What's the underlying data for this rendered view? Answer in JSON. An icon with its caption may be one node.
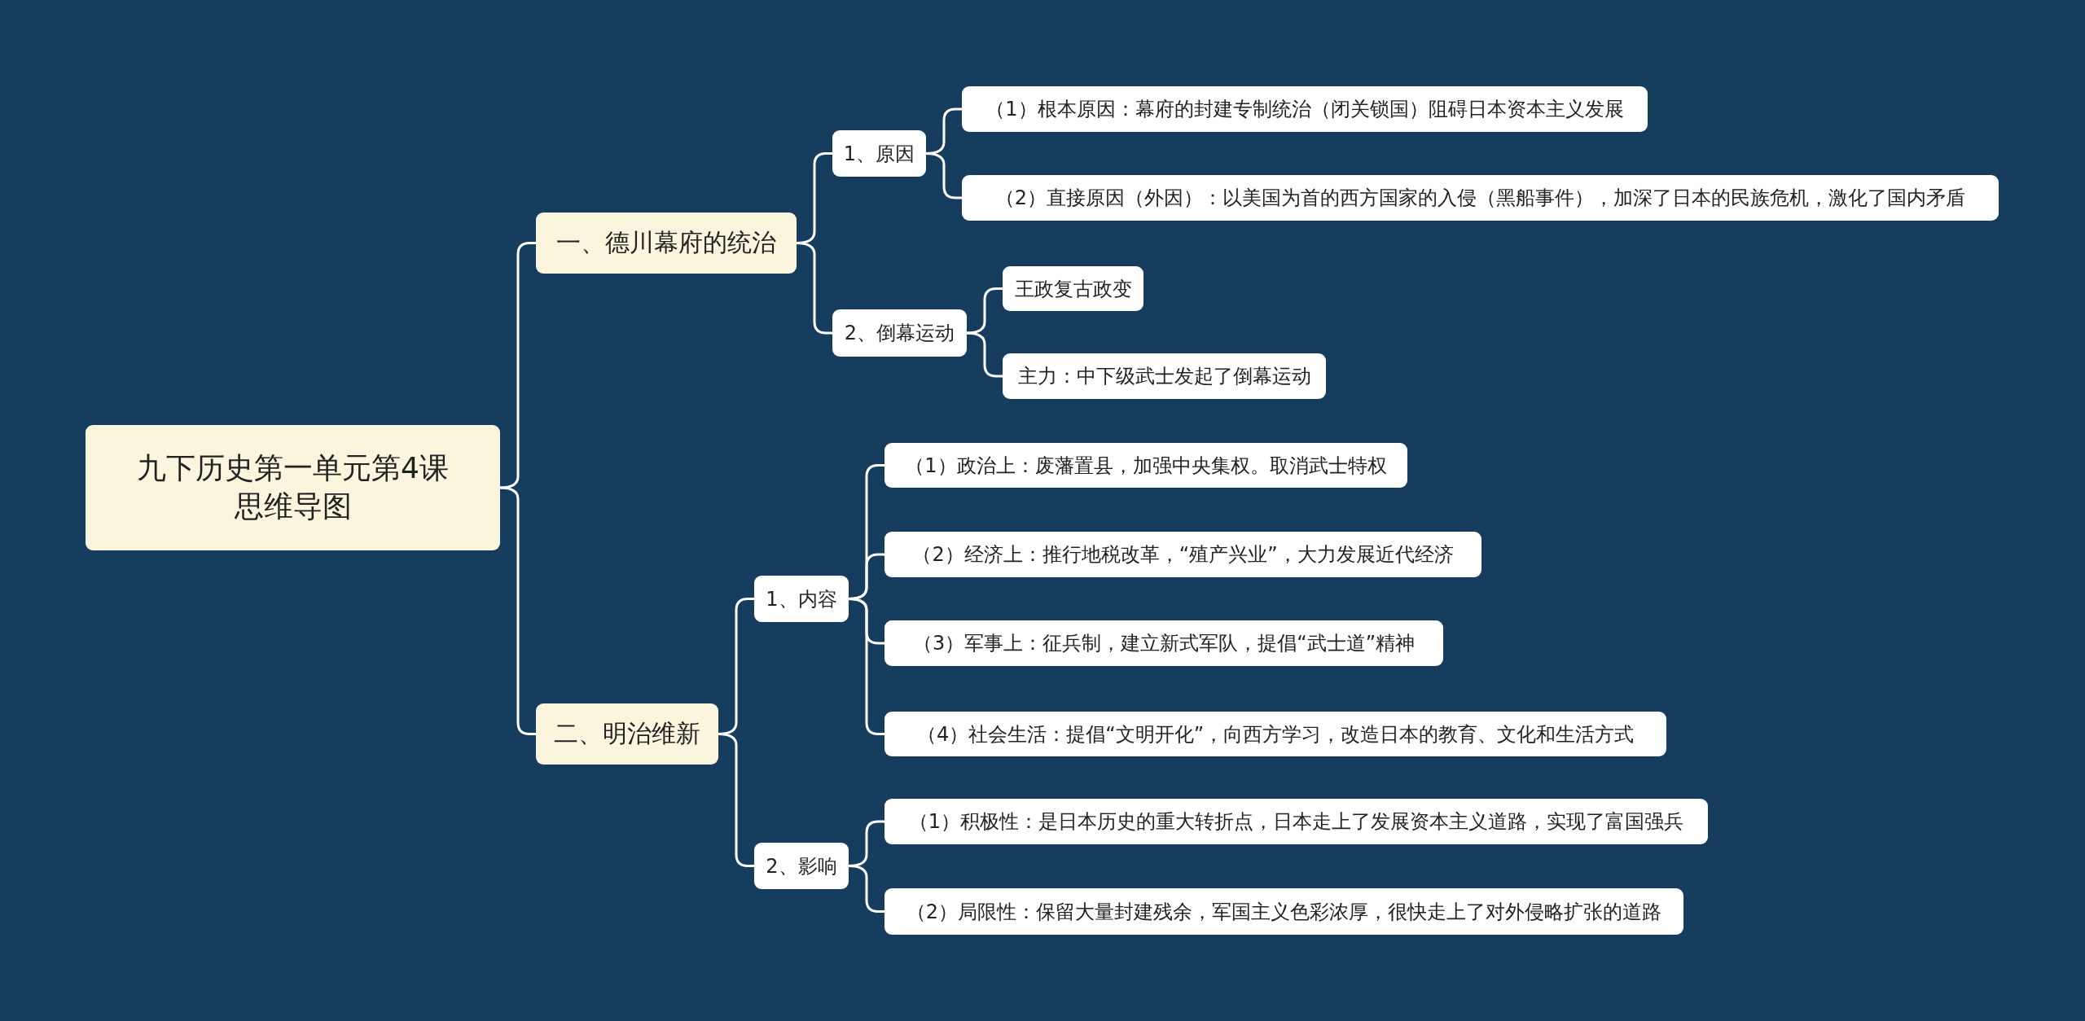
{
  "diagram": {
    "nodes": [
      {
        "text": [
          "九下历史第一单元第4课思维导图"
        ]
      },
      {
        "text": [
          "一、德川幕府的统治"
        ]
      },
      {
        "text": [
          "1、原因"
        ]
      },
      {
        "text": [
          "（1）根本原因：幕府的封建专制统治（闭关锁国）阻碍日本资本主义发展"
        ]
      },
      {
        "text": [
          "（2）直接原因（外因）：以美国为首的西方国家的入侵（黑船事件），加深了日本的民族危机，激化了国内矛盾"
        ]
      },
      {
        "text": [
          "2、倒幕运动"
        ]
      },
      {
        "text": [
          "王政复古政变"
        ]
      },
      {
        "text": [
          "主力：中下级武士发起了倒幕运动"
        ]
      },
      {
        "text": [
          "二、明治维新"
        ]
      },
      {
        "text": [
          "1、内容"
        ]
      },
      {
        "text": [
          "（1）政治上：废藩置县，加强中央集权。取消武士特权"
        ]
      },
      {
        "text": [
          "（2）经济上：推行地税改革，“殖产兴业”，大力发展近代经济"
        ]
      },
      {
        "text": [
          "（3）军事上：征兵制，建立新式军队，提倡“武士道”精神"
        ]
      },
      {
        "text": [
          "（4）社会生活：提倡“文明开化”，向西方学习，改造日本的教育、文化和生活方式"
        ]
      },
      {
        "text": [
          "2、影响"
        ]
      },
      {
        "text": [
          "（1）积极性：是日本历史的重大转折点，日本走上了发展资本主义道路，实现了富国强兵"
        ]
      },
      {
        "text": [
          "（2）局限性：保留大量封建残余，军国主义色彩浓厚，很快走上了对外侵略扩张的道路"
        ]
      }
    ],
    "edges": [
      {
        "from": 0,
        "to": 1,
        "arrow": "none"
      },
      {
        "from": 0,
        "to": 8,
        "arrow": "none"
      },
      {
        "from": 1,
        "to": 2,
        "arrow": "none"
      },
      {
        "from": 1,
        "to": 5,
        "arrow": "none"
      },
      {
        "from": 2,
        "to": 3,
        "arrow": "none"
      },
      {
        "from": 2,
        "to": 4,
        "arrow": "none"
      },
      {
        "from": 5,
        "to": 6,
        "arrow": "none"
      },
      {
        "from": 5,
        "to": 7,
        "arrow": "none"
      },
      {
        "from": 8,
        "to": 9,
        "arrow": "none"
      },
      {
        "from": 8,
        "to": 14,
        "arrow": "none"
      },
      {
        "from": 9,
        "to": 10,
        "arrow": "none"
      },
      {
        "from": 9,
        "to": 11,
        "arrow": "none"
      },
      {
        "from": 9,
        "to": 12,
        "arrow": "none"
      },
      {
        "from": 9,
        "to": 13,
        "arrow": "none"
      },
      {
        "from": 14,
        "to": 15,
        "arrow": "none"
      },
      {
        "from": 14,
        "to": 16,
        "arrow": "none"
      }
    ]
  }
}
